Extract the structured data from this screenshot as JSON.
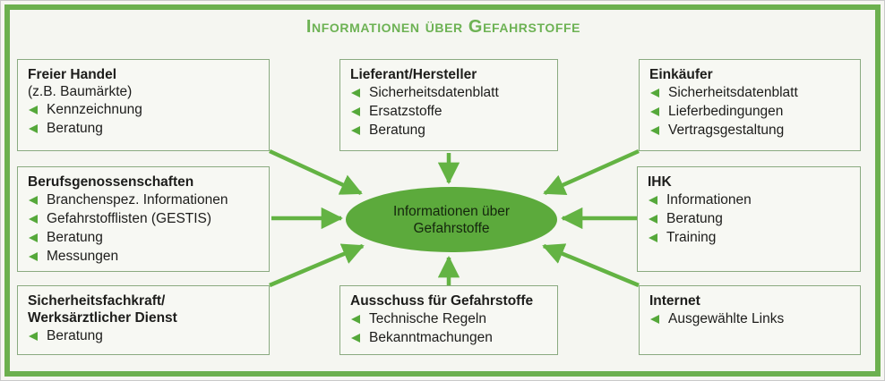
{
  "title": "Informationen über Gefahrstoffe",
  "colors": {
    "frame_border": "#6cb04f",
    "box_border": "#8aaa80",
    "arrow": "#63b343",
    "ellipse_fill": "#5caa3c",
    "title_text": "#6db254",
    "bullet": "#55a83a",
    "background": "#f5f6f1"
  },
  "center": {
    "label": "Informationen über\nGefahrstoffe"
  },
  "boxes": [
    {
      "id": "freier-handel",
      "title": "Freier Handel",
      "subtitle": "(z.B. Baumärkte)",
      "items": [
        "Kennzeichnung",
        "Beratung"
      ]
    },
    {
      "id": "lieferant-hersteller",
      "title": "Lieferant/Hersteller",
      "subtitle": "",
      "items": [
        "Sicherheitsdatenblatt",
        "Ersatzstoffe",
        "Beratung"
      ]
    },
    {
      "id": "einkaeufer",
      "title": "Einkäufer",
      "subtitle": "",
      "items": [
        "Sicherheitsdatenblatt",
        "Lieferbedingungen",
        "Vertragsgestaltung"
      ]
    },
    {
      "id": "berufsgenossenschaften",
      "title": "Berufsgenossenschaften",
      "subtitle": "",
      "items": [
        "Branchenspez. Informationen",
        "Gefahrstofflisten (GESTIS)",
        "Beratung",
        "Messungen"
      ]
    },
    {
      "id": "ihk",
      "title": "IHK",
      "subtitle": "",
      "items": [
        "Informationen",
        "Beratung",
        "Training"
      ]
    },
    {
      "id": "sicherheitsfachkraft",
      "title": "Sicherheitsfachkraft/\nWerksärztlicher Dienst",
      "subtitle": "",
      "items": [
        "Beratung"
      ]
    },
    {
      "id": "ausschuss",
      "title": "Ausschuss für Gefahrstoffe",
      "subtitle": "",
      "items": [
        "Technische Regeln",
        "Bekanntmachungen"
      ]
    },
    {
      "id": "internet",
      "title": "Internet",
      "subtitle": "",
      "items": [
        "Ausgewählte Links"
      ]
    }
  ]
}
